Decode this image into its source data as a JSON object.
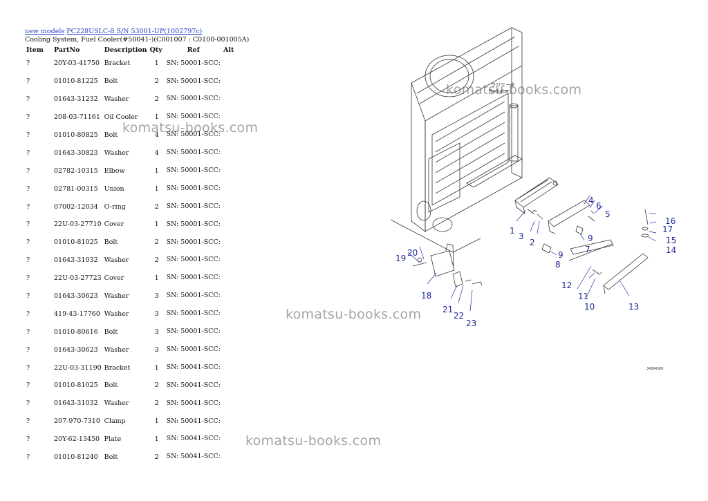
{
  "header": {
    "link_new_models": "new models",
    "link_model": "PC228USLC-8 S/N 53001-UP(1002797c)",
    "subtitle": "Cooling System, Fuel Cooler(#50041-)(C001007 : C0100-001005A)"
  },
  "table": {
    "columns": [
      "Item",
      "PartNo",
      "Description",
      "Qty",
      "Ref",
      "Alt"
    ],
    "rows": [
      {
        "item": "?",
        "part": "20Y-03-41750",
        "desc": "Bracket",
        "qty": "1",
        "ref": "SN: 50001-SCC:"
      },
      {
        "item": "?",
        "part": "01010-81225",
        "desc": "Bolt",
        "qty": "2",
        "ref": "SN: 50001-SCC:"
      },
      {
        "item": "?",
        "part": "01643-31232",
        "desc": "Washer",
        "qty": "2",
        "ref": "SN: 50001-SCC:"
      },
      {
        "item": "?",
        "part": "208-03-71161",
        "desc": "Oil Cooler",
        "qty": "1",
        "ref": "SN: 50001-SCC:"
      },
      {
        "item": "?",
        "part": "01010-80825",
        "desc": "Bolt",
        "qty": "4",
        "ref": "SN: 50001-SCC:"
      },
      {
        "item": "?",
        "part": "01643-30823",
        "desc": "Washer",
        "qty": "4",
        "ref": "SN: 50001-SCC:"
      },
      {
        "item": "?",
        "part": "02782-10315",
        "desc": "Elbow",
        "qty": "1",
        "ref": "SN: 50001-SCC:"
      },
      {
        "item": "?",
        "part": "02781-00315",
        "desc": "Union",
        "qty": "1",
        "ref": "SN: 50001-SCC:"
      },
      {
        "item": "?",
        "part": "07002-12034",
        "desc": "O-ring",
        "qty": "2",
        "ref": "SN: 50001-SCC:"
      },
      {
        "item": "?",
        "part": "22U-03-27710",
        "desc": "Cover",
        "qty": "1",
        "ref": "SN: 50001-SCC:"
      },
      {
        "item": "?",
        "part": "01010-81025",
        "desc": "Bolt",
        "qty": "2",
        "ref": "SN: 50001-SCC:"
      },
      {
        "item": "?",
        "part": "01643-31032",
        "desc": "Washer",
        "qty": "2",
        "ref": "SN: 50001-SCC:"
      },
      {
        "item": "?",
        "part": "22U-03-27723",
        "desc": "Cover",
        "qty": "1",
        "ref": "SN: 50001-SCC:"
      },
      {
        "item": "?",
        "part": "01643-30623",
        "desc": "Washer",
        "qty": "3",
        "ref": "SN: 50001-SCC:"
      },
      {
        "item": "?",
        "part": "419-43-17760",
        "desc": "Washer",
        "qty": "3",
        "ref": "SN: 50001-SCC:"
      },
      {
        "item": "?",
        "part": "01010-80616",
        "desc": "Bolt",
        "qty": "3",
        "ref": "SN: 50001-SCC:"
      },
      {
        "item": "?",
        "part": "01643-30623",
        "desc": "Washer",
        "qty": "3",
        "ref": "SN: 50001-SCC:"
      },
      {
        "item": "?",
        "part": "22U-03-31190",
        "desc": "Bracket",
        "qty": "1",
        "ref": "SN: 50041-SCC:"
      },
      {
        "item": "?",
        "part": "01010-81025",
        "desc": "Bolt",
        "qty": "2",
        "ref": "SN: 50041-SCC:"
      },
      {
        "item": "?",
        "part": "01643-31032",
        "desc": "Washer",
        "qty": "2",
        "ref": "SN: 50041-SCC:"
      },
      {
        "item": "?",
        "part": "207-970-7310",
        "desc": "Clamp",
        "qty": "1",
        "ref": "SN: 50041-SCC:"
      },
      {
        "item": "?",
        "part": "20Y-62-13450",
        "desc": "Plate",
        "qty": "1",
        "ref": "SN: 50041-SCC:"
      },
      {
        "item": "?",
        "part": "01010-81240",
        "desc": "Bolt",
        "qty": "2",
        "ref": "SN: 50041-SCC:"
      }
    ]
  },
  "diagram": {
    "callouts": [
      "1",
      "2",
      "3",
      "4",
      "5",
      "6",
      "7",
      "8",
      "9",
      "9",
      "10",
      "11",
      "12",
      "13",
      "14",
      "15",
      "16",
      "17",
      "18",
      "19",
      "20",
      "21",
      "22",
      "23"
    ],
    "radiator_label_jp": "ラジエータ",
    "radiator_label": "Radiator",
    "drawing_code": "J4004509",
    "accent_color": "#1e2a9a"
  },
  "watermark": "komatsu-books.com"
}
